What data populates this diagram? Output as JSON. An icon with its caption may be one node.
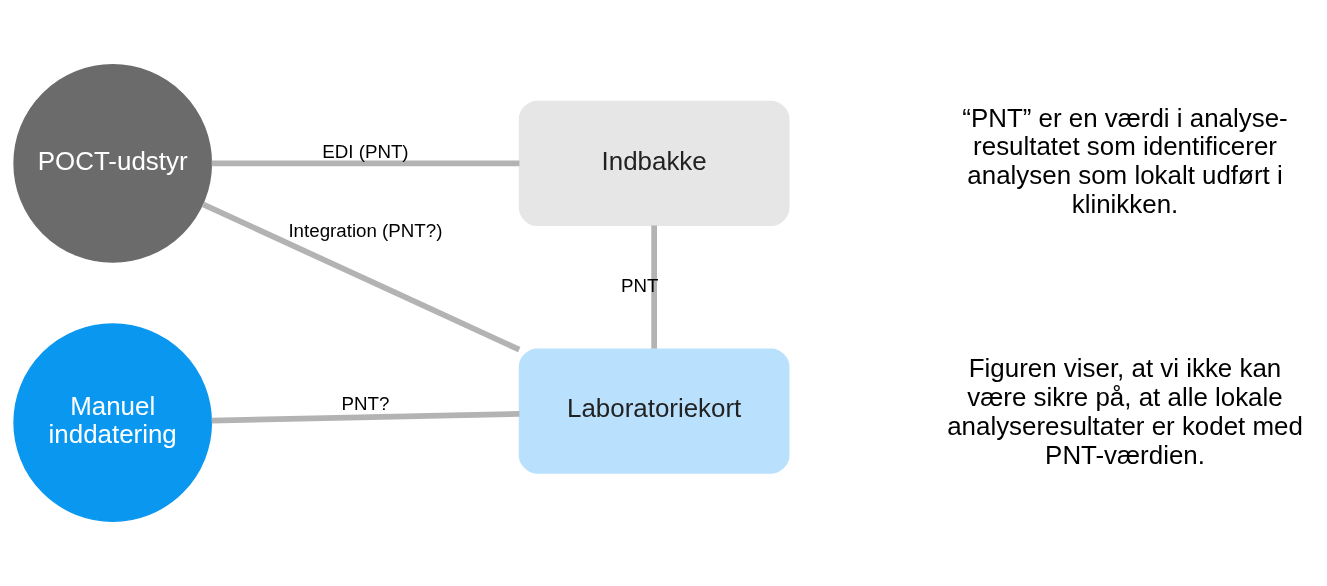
{
  "diagram": {
    "nodes": [
      {
        "text": [
          "POCT-udstyr"
        ]
      },
      {
        "text": [
          "Indbakke"
        ]
      },
      {
        "text": [
          "Manuel inddatering"
        ]
      },
      {
        "text": [
          "Laboratoriekort"
        ]
      }
    ],
    "edges": [
      {
        "from": 0,
        "to": 1,
        "arrow": "none",
        "label": "EDI (PNT)"
      },
      {
        "from": 1,
        "to": 3,
        "arrow": "none",
        "label": "PNT"
      },
      {
        "from": 0,
        "to": 3,
        "arrow": "none",
        "label": "Integration (PNT?)"
      },
      {
        "from": 2,
        "to": 3,
        "arrow": "none",
        "label": "PNT?"
      }
    ],
    "labels": [
      "“PNT” er en værdi i analyse-resultatet som identificerer analysen som lokalt udført i klinikken.",
      "Figuren viser, at vi ikke kan være sikre på, at alle lokale analyseresultater er kodet med PNT-værdien."
    ]
  }
}
